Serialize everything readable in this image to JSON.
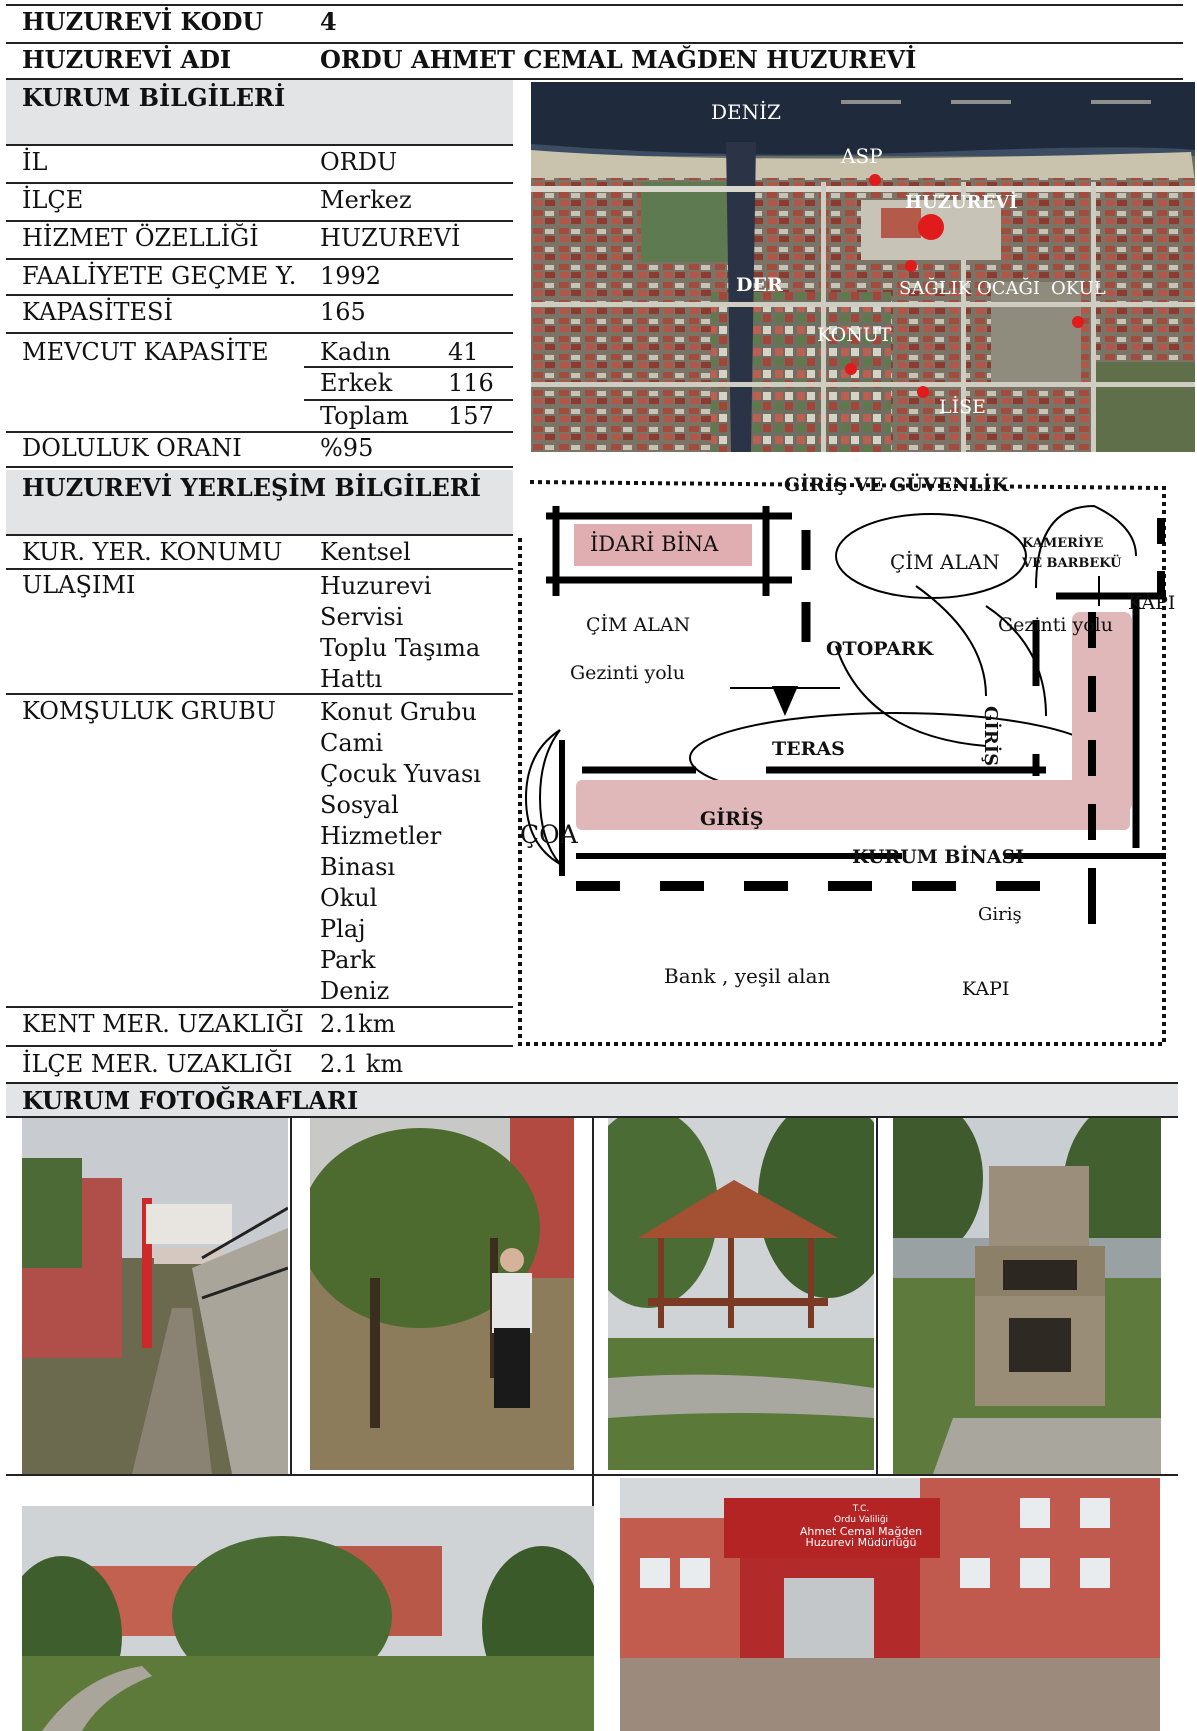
{
  "header": {
    "code_label": "HUZUREVİ KODU",
    "code_value": "4",
    "name_label": "HUZUREVİ ADI",
    "name_value": "ORDU AHMET CEMAL MAĞDEN HUZUREVİ"
  },
  "kurum": {
    "section_title": "KURUM BİLGİLERİ",
    "rows": [
      {
        "label": "İL",
        "value": "ORDU"
      },
      {
        "label": "İLÇE",
        "value": "Merkez"
      },
      {
        "label": "HİZMET ÖZELLİĞİ",
        "value": "HUZUREVİ"
      },
      {
        "label": "FAALİYETE GEÇME Y.",
        "value": "1992"
      },
      {
        "label": "KAPASİTESİ",
        "value": "165"
      }
    ],
    "mevcut_label": "MEVCUT KAPASİTE",
    "mevcut": [
      {
        "label": "Kadın",
        "value": "41"
      },
      {
        "label": "Erkek",
        "value": "116"
      },
      {
        "label": "Toplam",
        "value": "157"
      }
    ],
    "doluluk_label": "DOLULUK ORANI",
    "doluluk_value": "%95"
  },
  "map": {
    "labels": {
      "deniz": "DENİZ",
      "asp": "ASP",
      "huzurevi": "HUZUREVİ",
      "der": "DER",
      "saglik": "SAĞLIK OCAĞI",
      "okul": "OKUL",
      "konut": "KONUT",
      "lise": "LİSE"
    }
  },
  "yerlesim": {
    "section_title": "HUZUREVİ YERLEŞİM BİLGİLERİ",
    "konum_label": "KUR. YER. KONUMU",
    "konum_value": "Kentsel",
    "ulasim_label": "ULAŞIMI",
    "ulasim_values": [
      "Huzurevi",
      "Servisi",
      "Toplu Taşıma",
      "Hattı"
    ],
    "komsuluk_label": "KOMŞULUK GRUBU",
    "komsuluk_values": [
      "Konut Grubu",
      "Cami",
      "Çocuk Yuvası",
      "Sosyal",
      "Hizmetler",
      "Binası",
      "Okul",
      "Plaj",
      "Park",
      "Deniz"
    ],
    "kent_label": "KENT MER. UZAKLIĞI",
    "kent_value": "2.1km",
    "ilce_label": "İLÇE MER. UZAKLIĞI",
    "ilce_value": "2.1 km"
  },
  "plan": {
    "giris_guvenlik": "GİRİŞ VE GÜVENLİK",
    "idari_bina": "İDARİ BİNA",
    "cim_alan_1": "ÇİM ALAN",
    "kameriye_1": "KAMERİYE",
    "kameriye_2": "VE BARBEKÜ",
    "kapi_1": "KAPI",
    "cim_alan_2": "ÇİM ALAN",
    "gezinti_1": "Gezinti yolu",
    "otopark": "OTOPARK",
    "gezinti_2": "Gezinti yolu",
    "teras": "TERAS",
    "giris_v": "GİRİŞ",
    "coa": "ÇOA",
    "giris_h": "GİRİŞ",
    "kurum_binasi": "KURUM BİNASI",
    "giris_small": "Giriş",
    "bank": "Bank , yeşil alan",
    "kapi_2": "KAPI"
  },
  "photos": {
    "section_title": "KURUM FOTOĞRAFLARI",
    "sign_line1": "T.C.",
    "sign_line2": "Ordu Valiliği",
    "sign_line3": "Ahmet Cemal Mağden",
    "sign_line4": "Huzurevi Müdürlüğü"
  }
}
